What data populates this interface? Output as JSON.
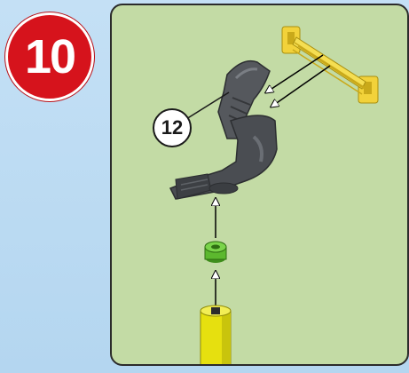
{
  "step": {
    "number": "10",
    "color": "#d6131c"
  },
  "callout": {
    "label": "12"
  },
  "parts": [
    {
      "name": "dark-gray-lever",
      "color": "#4a4d52"
    },
    {
      "name": "yellow-connector-strip",
      "color": "#f2d23a"
    },
    {
      "name": "green-bushing",
      "color": "#5cb82e"
    },
    {
      "name": "yellow-post",
      "color": "#e6e00f"
    }
  ],
  "panel": {
    "background": "#c3dba5"
  }
}
